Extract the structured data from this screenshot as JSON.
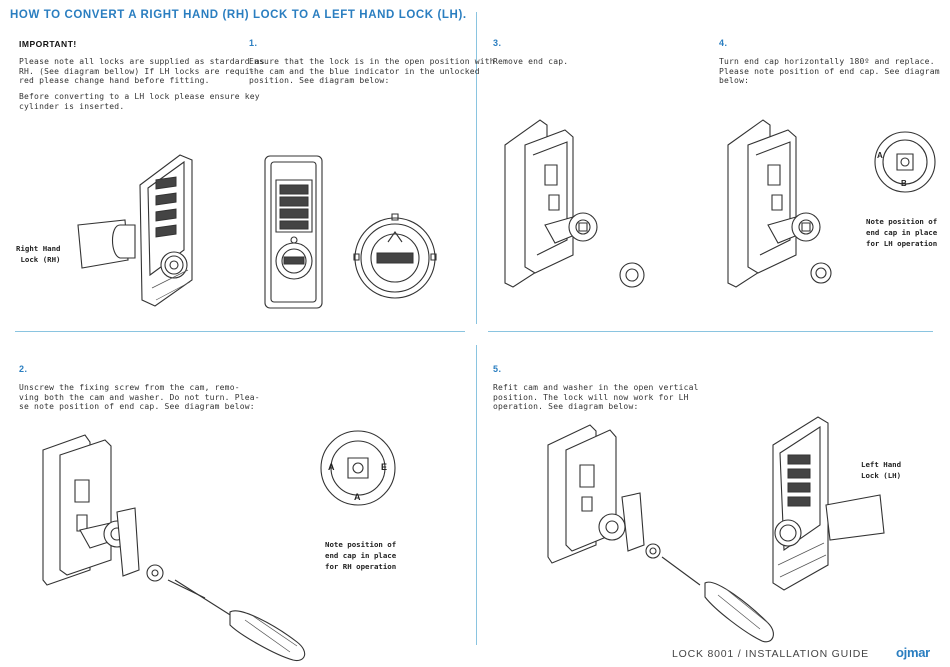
{
  "title": "HOW TO CONVERT A RIGHT HAND (RH) LOCK TO A LEFT HAND LOCK (LH).",
  "important": {
    "heading": "IMPORTANT!",
    "para1": "Please note all locks are supplied as stardard as\nRH. (See diagram bellow) If LH locks are requi-\nred please change hand before fitting.",
    "para2": "Before converting to a LH lock please ensure key\ncylinder is inserted."
  },
  "steps": {
    "s1": {
      "num": "1.",
      "text": "Ensure that the lock is in the open position with\nthe cam and the blue indicator in the unlocked\nposition. See diagram below:"
    },
    "s2": {
      "num": "2.",
      "text": "Unscrew the fixing screw from the cam, remo-\nving both the cam and washer. Do not turn. Plea-\nse note position of end cap. See diagram below:"
    },
    "s3": {
      "num": "3.",
      "text": "Remove end cap."
    },
    "s4": {
      "num": "4.",
      "text": "Turn end cap horizontally 180º and replace.\nPlease note position of end cap. See diagram\nbelow:"
    },
    "s5": {
      "num": "5.",
      "text": "Refit cam and washer in the open vertical\nposition. The lock will now work for LH\noperation. See diagram below:"
    }
  },
  "labels": {
    "rh": "Right Hand\nLock (RH)",
    "lh": "Left Hand\nLock (LH)",
    "note_lh": "Note position of\nend cap in place\nfor LH operation",
    "note_rh": "Note position of\nend cap in place\nfor RH operation",
    "cap_a": "A",
    "cap_b": "B",
    "cap_e": "E"
  },
  "footer": {
    "text": "LOCK 8001 / INSTALLATION GUIDE",
    "brand": "ojmar"
  },
  "colors": {
    "accent": "#2a7ec0",
    "divider": "#8ac4e0"
  }
}
